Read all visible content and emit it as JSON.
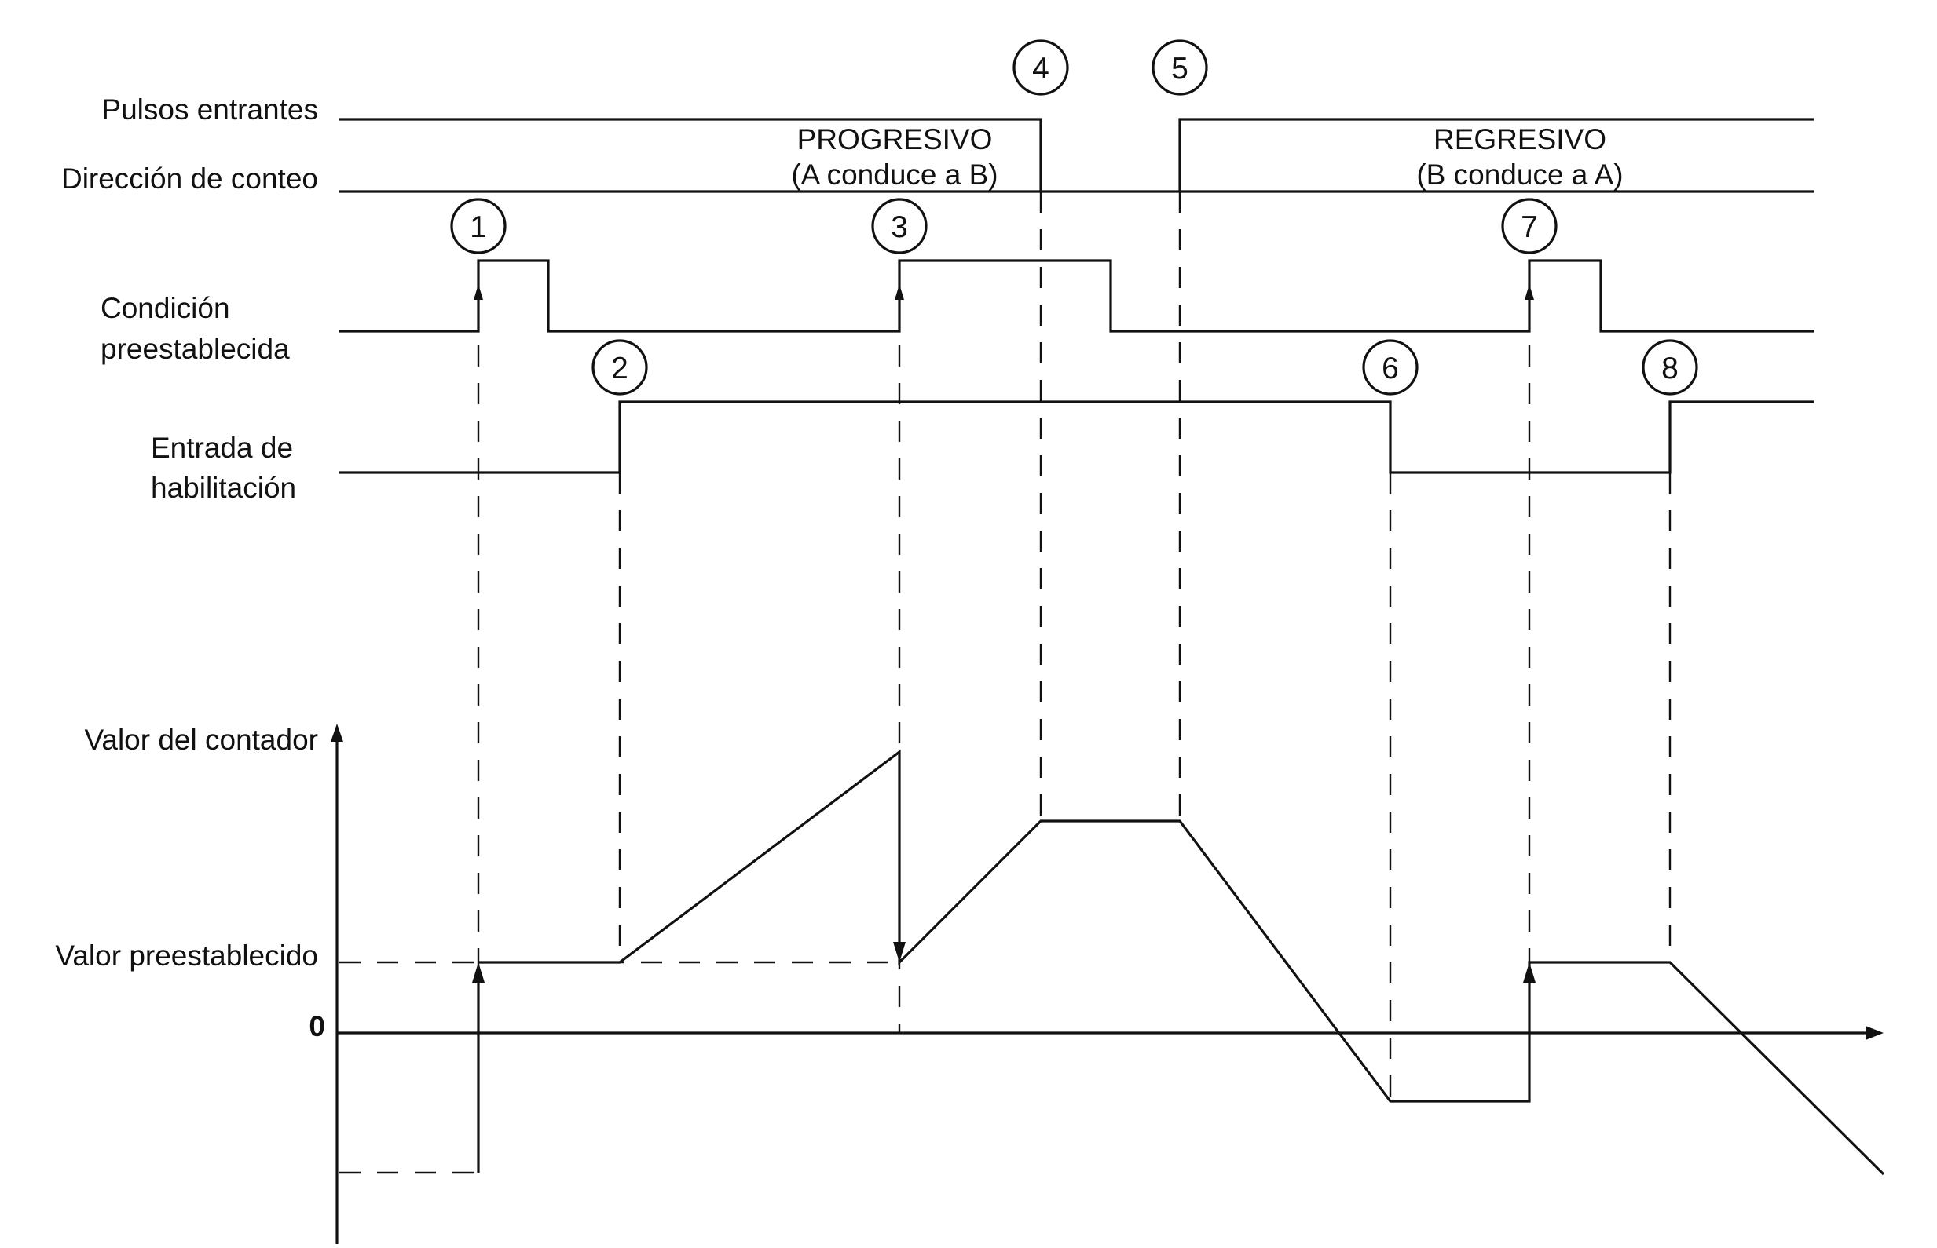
{
  "signals": {
    "pulses_label": "Pulsos entrantes",
    "direction_label": "Dirección de conteo",
    "preset_label_line1": "Condición",
    "preset_label_line2": "preestablecida",
    "enable_label_line1": "Entrada de",
    "enable_label_line2": "habilitación"
  },
  "direction_regions": {
    "forward_line1": "PROGRESIVO",
    "forward_line2": "(A conduce a B)",
    "reverse_line1": "REGRESIVO",
    "reverse_line2": "(B conduce a A)"
  },
  "graph": {
    "y_axis_label": "Valor del contador",
    "preset_value_label": "Valor preestablecido",
    "zero_label": "0"
  },
  "markers": [
    "1",
    "2",
    "3",
    "4",
    "5",
    "6",
    "7",
    "8"
  ]
}
